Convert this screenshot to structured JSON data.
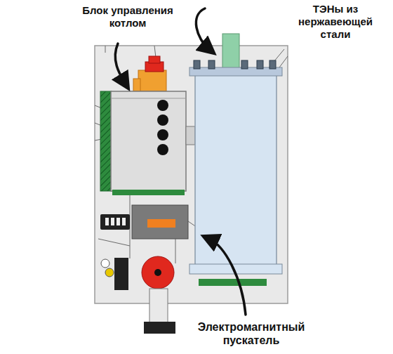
{
  "diagram": {
    "labels": [
      "Блок управления котлом",
      "ТЭНы из нержавеющей стали",
      "Электромагнитный пускатель"
    ]
  }
}
